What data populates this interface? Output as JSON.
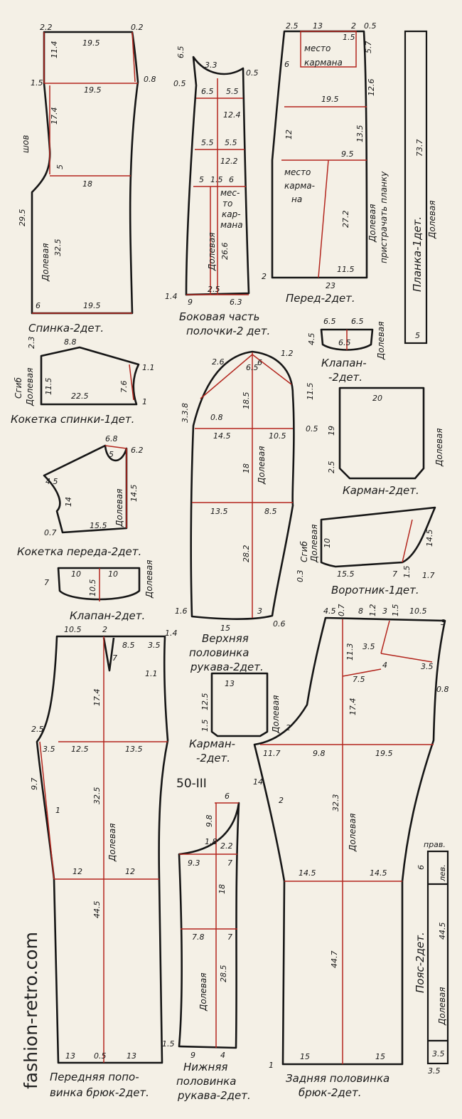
{
  "colors": {
    "paper": "#f4f0e6",
    "outline": "#161616",
    "guide": "#b3261e"
  },
  "watermark": "fashion-retro.com",
  "size_label": "50-III",
  "pieces": {
    "back": {
      "caption": "Спинка-2дет.",
      "seam": "шов",
      "grain": "Долевая",
      "n": [
        "2.2",
        "0.2",
        "19.5",
        "11.4",
        "1.5",
        "19.5",
        "0.8",
        "17.4",
        "5",
        "18",
        "29.5",
        "32.5",
        "6",
        "19.5"
      ]
    },
    "side": {
      "caption1": "Боковая часть",
      "caption2": "полочки-2 дет.",
      "pocket": [
        "мес-",
        "то",
        "кар-",
        "мана"
      ],
      "grain": "Долевая",
      "n": [
        "6.5",
        "3.3",
        "0.5",
        "6.5",
        "5.5",
        "0.5",
        "12.4",
        "5.5",
        "5.5",
        "12.2",
        "5",
        "1.5",
        "6",
        "26.6",
        "1.4",
        "9",
        "2.5",
        "6.3"
      ]
    },
    "front": {
      "caption": "Перед-2дет.",
      "pocket_top": [
        "место",
        "кармана"
      ],
      "pocket_side": [
        "место",
        "карма-",
        "на"
      ],
      "grain": "Долевая",
      "strip_note": "пристрачать планку",
      "n": [
        "2.5",
        "13",
        "2",
        "0.5",
        "1.5",
        "5.7",
        "6",
        "12.6",
        "19.5",
        "12",
        "13.5",
        "9.5",
        "27.2",
        "2",
        "23",
        "11.5"
      ]
    },
    "strip": {
      "caption": "Планка-1дет.",
      "grain": "Долевая",
      "n": [
        "73.7",
        "5"
      ]
    },
    "back_yoke": {
      "caption": "Кокетка спинки-1дет.",
      "fold": "Сгиб",
      "grain": "Долевая",
      "n": [
        "8.8",
        "2.3",
        "11.5",
        "22.5",
        "1.1",
        "7.6",
        "1"
      ]
    },
    "flap1": {
      "caption1": "Клапан-",
      "caption2": "-2дет.",
      "grain": "Долевая",
      "n": [
        "6.5",
        "6.5",
        "4.5",
        "6.5"
      ]
    },
    "upper_sleeve": {
      "caption1": "Верхняя",
      "caption2": "половинка",
      "caption3": "рукава-2дет.",
      "grain": "Долевая",
      "n": [
        "2.6",
        "6.5",
        "6",
        "1.2",
        "3.3.8",
        "11.5",
        "0.8",
        "18.5",
        "14.5",
        "10.5",
        "0.5",
        "18",
        "13.5",
        "8.5",
        "28.2",
        "1.6",
        "3",
        "0.6",
        "15"
      ]
    },
    "pocket1": {
      "caption": "Карман-2дет.",
      "grain": "Долевая",
      "n": [
        "20",
        "19",
        "2.5"
      ]
    },
    "front_yoke": {
      "caption": "Кокетка переда-2дет.",
      "grain": "Долевая",
      "n": [
        "6.8",
        "5",
        "6.2",
        "4.5",
        "14",
        "14.5",
        "15.5",
        "0.7"
      ]
    },
    "collar": {
      "caption": "Воротник-1дет.",
      "fold": "Сгиб",
      "grain": "Долевая",
      "n": [
        "10",
        "14.5",
        "15.5",
        "7",
        "1.5",
        "1.7",
        "0.3"
      ]
    },
    "flap2": {
      "caption": "Клапан-2дет.",
      "grain": "Долевая",
      "n": [
        "7",
        "10",
        "10",
        "10.5"
      ]
    },
    "front_trousers": {
      "caption1": "Передняя попо-",
      "caption2": "винка брюк-2дет.",
      "grain": "Долевая",
      "n": [
        "10.5",
        "2",
        "1.4",
        "8.5",
        "3.5",
        "7",
        "1.1",
        "17.4",
        "2.5",
        "3.5",
        "12.5",
        "13.5",
        "9.7",
        "1",
        "32.5",
        "12",
        "12",
        "44.5",
        "13",
        "0.5",
        "13"
      ]
    },
    "pocket2": {
      "caption1": "Карман-",
      "caption2": "-2дет.",
      "grain": "Долевая",
      "n": [
        "13",
        "12.5",
        "1.5"
      ]
    },
    "lower_sleeve": {
      "caption1": "Нижняя",
      "caption2": "половинка",
      "caption3": "рукава-2дет.",
      "grain": "Долевая",
      "n": [
        "6",
        "9.8",
        "1.8",
        "2.2",
        "9.3",
        "7",
        "18",
        "7.8",
        "7",
        "28.5",
        "1.5",
        "9",
        "4"
      ]
    },
    "back_trousers": {
      "caption1": "Задняя половинка",
      "caption2": "брюк-2дет.",
      "grain": "Долевая",
      "n": [
        "4.5",
        "0.7",
        "8",
        "1.2",
        "3",
        "1.5",
        "10.5",
        "3",
        "11.3",
        "3.5",
        "4",
        "3.5",
        "7.5",
        "0.8",
        "17.4",
        "2",
        "11.7",
        "9.8",
        "19.5",
        "14",
        "2",
        "32.3",
        "14.5",
        "14.5",
        "44.7",
        "1",
        "15",
        "15"
      ]
    },
    "belt": {
      "caption": "Пояс-2дет.",
      "grain": "Долевая",
      "right": "прав.",
      "left": "лев.",
      "n": [
        "6",
        "44.5",
        "3.5",
        "3.5"
      ]
    }
  }
}
